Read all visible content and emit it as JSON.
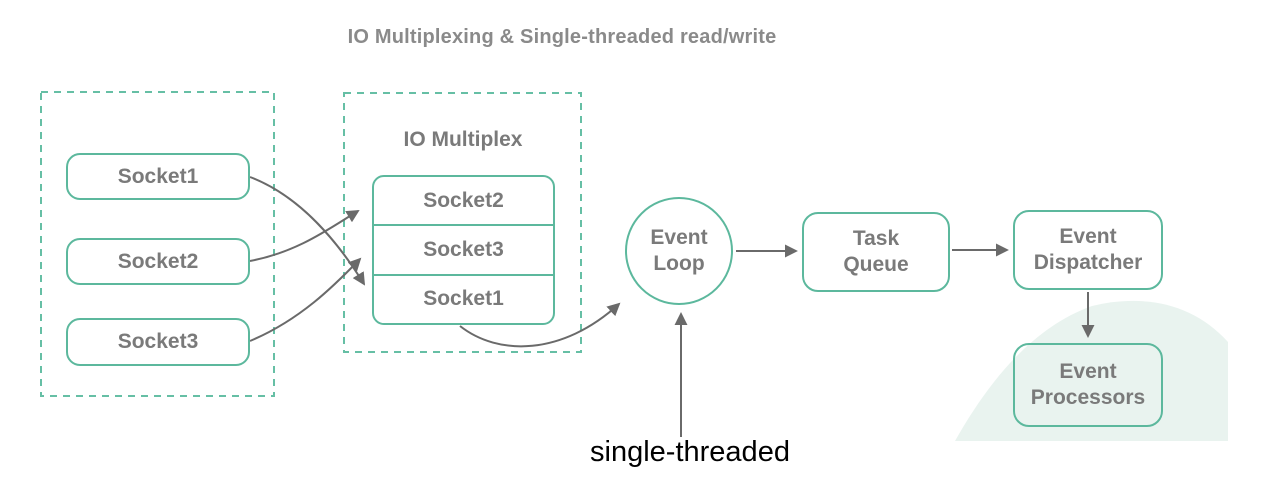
{
  "title": "IO Multiplexing & Single-threaded read/write",
  "left_group": {
    "sockets": [
      "Socket1",
      "Socket2",
      "Socket3"
    ]
  },
  "multiplex": {
    "label": "IO Multiplex",
    "rows": [
      "Socket2",
      "Socket3",
      "Socket1"
    ]
  },
  "nodes": {
    "event_loop": "Event\nLoop",
    "task_queue": "Task\nQueue",
    "event_dispatcher": "Event\nDispatcher",
    "event_processors": "Event\nProcessors"
  },
  "annotation": "single-threaded",
  "connections": [
    "Socket1 -> IO Multiplex row Socket1",
    "Socket2 -> IO Multiplex row Socket2",
    "Socket3 -> IO Multiplex row Socket3",
    "IO Multiplex -> Event Loop",
    "Event Loop -> Task Queue",
    "Task Queue -> Event Dispatcher",
    "Event Dispatcher -> Event Processors",
    "single-threaded -> Event Loop"
  ],
  "colors": {
    "node_border": "#5cb89d",
    "dashed_border": "#66bfa5",
    "label_text": "#7a7a7a",
    "title_text": "#8a8a8a",
    "arrow": "#6a6a6a",
    "annotation_text": "#000000",
    "background_blob": "#e9f3ef"
  }
}
